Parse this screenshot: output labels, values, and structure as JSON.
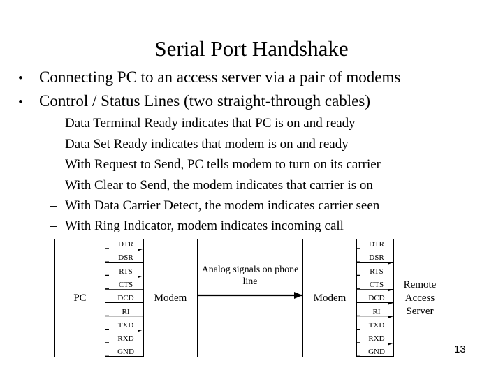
{
  "slide": {
    "title": "Serial Port Handshake",
    "page_number": "13",
    "bullet_glyph": "•",
    "dash_glyph": "–",
    "bullets": [
      "Connecting PC to an access server via a pair of modems",
      "Control / Status Lines (two straight-through cables)"
    ],
    "sub_bullets": [
      "Data Terminal Ready indicates that PC is on and ready",
      "Data Set Ready indicates that modem is on and ready",
      "With Request to Send, PC tells modem to turn on its carrier",
      "With Clear to Send, the modem indicates that carrier is on",
      "With Data Carrier Detect, the modem indicates carrier seen",
      "With Ring Indicator, modem indicates incoming call"
    ]
  },
  "diagram": {
    "nodes": [
      {
        "id": "pc",
        "label": "PC"
      },
      {
        "id": "modem1",
        "label": "Modem"
      },
      {
        "id": "modem2",
        "label": "Modem"
      },
      {
        "id": "ras",
        "label": "Remote Access Server"
      }
    ],
    "middle_link": {
      "label": "Analog signals on phone line",
      "arrow": "double"
    },
    "signals_left": [
      {
        "name": "DTR",
        "direction": "right"
      },
      {
        "name": "DSR",
        "direction": "left"
      },
      {
        "name": "RTS",
        "direction": "right"
      },
      {
        "name": "CTS",
        "direction": "left"
      },
      {
        "name": "DCD",
        "direction": "left"
      },
      {
        "name": "RI",
        "direction": "left"
      },
      {
        "name": "TXD",
        "direction": "right"
      },
      {
        "name": "RXD",
        "direction": "left"
      },
      {
        "name": "GND",
        "direction": "none"
      }
    ],
    "signals_right": [
      {
        "name": "DTR",
        "direction": "left"
      },
      {
        "name": "DSR",
        "direction": "right"
      },
      {
        "name": "RTS",
        "direction": "left"
      },
      {
        "name": "CTS",
        "direction": "right"
      },
      {
        "name": "DCD",
        "direction": "right"
      },
      {
        "name": "RI",
        "direction": "right"
      },
      {
        "name": "TXD",
        "direction": "left"
      },
      {
        "name": "RXD",
        "direction": "right"
      },
      {
        "name": "GND",
        "direction": "none"
      }
    ],
    "colors": {
      "stroke": "#000000",
      "background": "#ffffff"
    }
  }
}
